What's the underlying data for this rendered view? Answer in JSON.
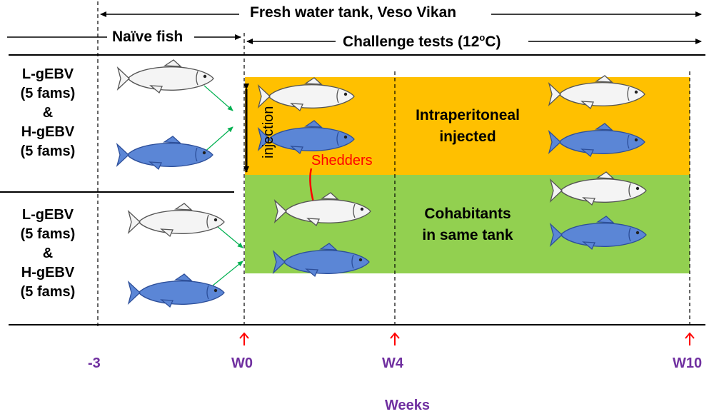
{
  "header": {
    "top": "Fresh water tank, Veso Vikan",
    "naive": "Naïve fish",
    "challenge_prefix": "Challenge tests (12",
    "challenge_sup": "o",
    "challenge_suffix": "C)"
  },
  "groups": {
    "top": [
      "L-gEBV",
      "(5 fams)",
      "&",
      "H-gEBV",
      "(5 fams)"
    ],
    "bottom": [
      "L-gEBV",
      "(5 fams)",
      "&",
      "H-gEBV",
      "(5 fams)"
    ]
  },
  "labels": {
    "injection": "injection",
    "shedders": "Shedders",
    "ip_line1": "Intraperitoneal",
    "ip_line2": "injected",
    "coh_line1": "Cohabitants",
    "coh_line2": "in same tank"
  },
  "timeline": {
    "ticks": [
      "-3",
      "W0",
      "W4",
      "W10"
    ],
    "axis_label": "Weeks"
  },
  "colors": {
    "ip_box": "#ffc000",
    "coh_box": "#92d050",
    "week_label": "#7030a0",
    "marker": "#ff0000",
    "transfer_arrow": "#00b050",
    "white_fish": "#f4f4f4",
    "blue_fish": "#5b86d6"
  }
}
